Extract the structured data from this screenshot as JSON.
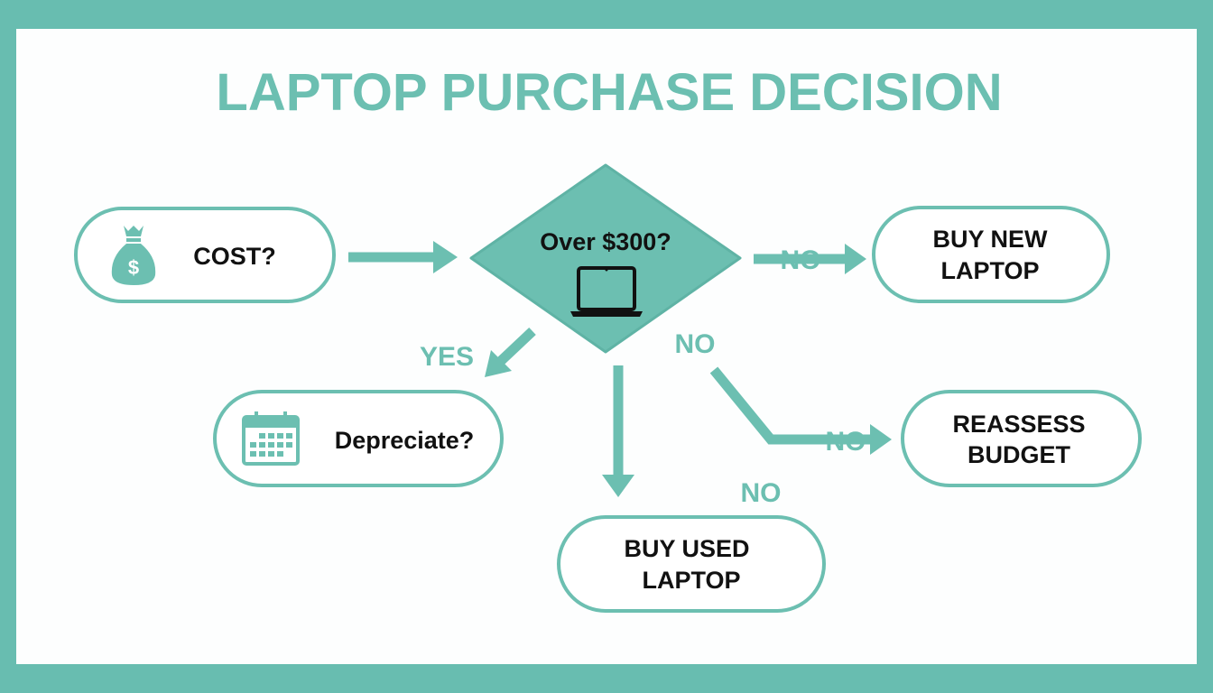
{
  "title": "LAPTOP PURCHASE DECISION",
  "colors": {
    "accent": "#6cbfb1",
    "frame": "#68bdb0",
    "text": "#111111"
  },
  "nodes": {
    "cost": {
      "label": "COST?",
      "icon": "money-bag-icon"
    },
    "decision": {
      "label": "Over $300?",
      "icon": "laptop-icon"
    },
    "buy_new": {
      "line1": "BUY NEW",
      "line2": "LAPTOP"
    },
    "depreciate": {
      "label": "Depreciate?",
      "icon": "calendar-icon"
    },
    "reassess": {
      "line1": "REASSESS",
      "line2": "BUDGET"
    },
    "buy_used": {
      "line1": "BUY USED",
      "line2": "LAPTOP"
    }
  },
  "edges": {
    "to_buy_new": "NO",
    "to_depreciate": "YES",
    "diag_no": "NO",
    "to_reassess": "NO",
    "to_buy_used": "NO"
  }
}
